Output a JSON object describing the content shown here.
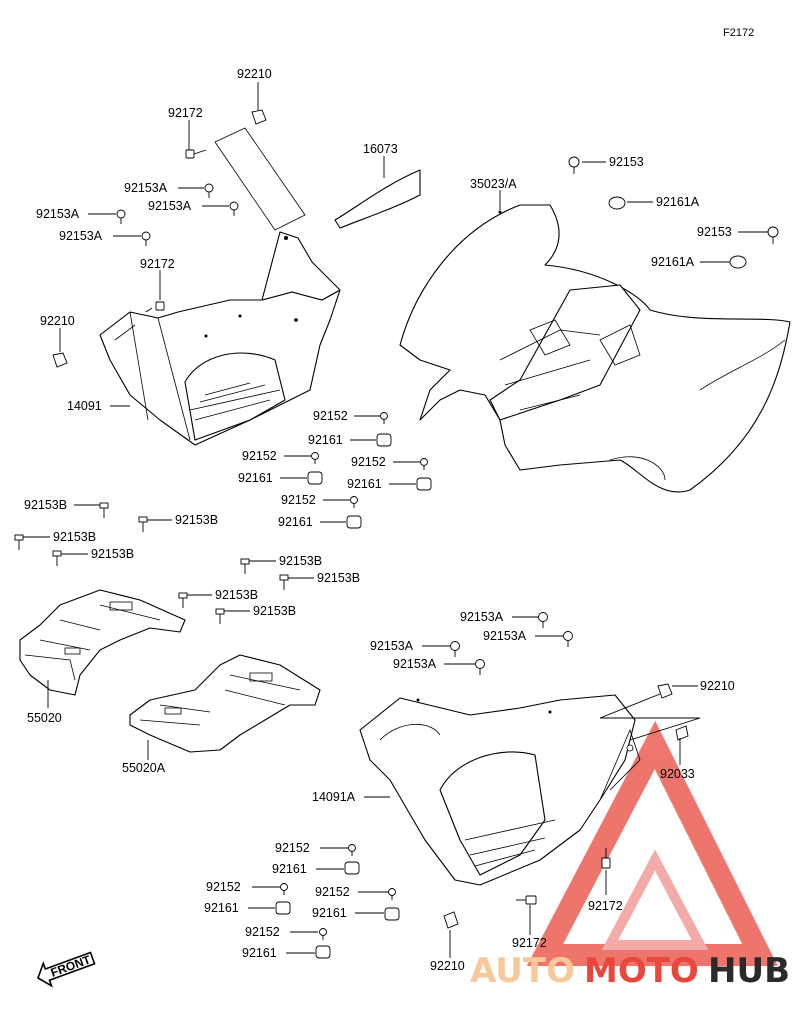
{
  "diagram_code": "F2172",
  "labels": {
    "l_92210_top": "92210",
    "l_92172_top": "92172",
    "l_92153A_1": "92153A",
    "l_92153A_2": "92153A",
    "l_92153A_3": "92153A",
    "l_92153A_4": "92153A",
    "l_92172_mid": "92172",
    "l_92210_mid": "92210",
    "l_14091": "14091",
    "l_16073": "16073",
    "l_35023A": "35023/A",
    "l_92153_1": "92153",
    "l_92161A_1": "92161A",
    "l_92153_2": "92153",
    "l_92161A_2": "92161A",
    "l_92152_1": "92152",
    "l_92161_1": "92161",
    "l_92152_2": "92152",
    "l_92161_2": "92161",
    "l_92152_3": "92152",
    "l_92161_3": "92161",
    "l_92152_4": "92152",
    "l_92161_4": "92161",
    "l_92153B_1": "92153B",
    "l_92153B_2": "92153B",
    "l_92153B_3": "92153B",
    "l_92153B_4": "92153B",
    "l_92153B_5": "92153B",
    "l_92153B_6": "92153B",
    "l_92153B_7": "92153B",
    "l_92153B_8": "92153B",
    "l_55020": "55020",
    "l_55020A": "55020A",
    "l_92153A_5": "92153A",
    "l_92153A_6": "92153A",
    "l_92153A_7": "92153A",
    "l_92153A_8": "92153A",
    "l_92210_rt": "92210",
    "l_92033": "92033",
    "l_14091A": "14091A",
    "l_92152_5": "92152",
    "l_92161_5": "92161",
    "l_92152_6": "92152",
    "l_92161_6": "92161",
    "l_92152_7": "92152",
    "l_92161_7": "92161",
    "l_92152_8": "92152",
    "l_92161_8": "92161",
    "l_92172_bot": "92172",
    "l_92210_bot": "92210",
    "l_92172_bot2": "92172"
  },
  "front_badge": "FRONT",
  "watermark": {
    "part1": "AUTO",
    "part2": "MOTO",
    "part3": "HUB",
    "color_light": "#f7c89a",
    "color_red": "#e8483c",
    "color_dark": "#2b2b2b"
  }
}
